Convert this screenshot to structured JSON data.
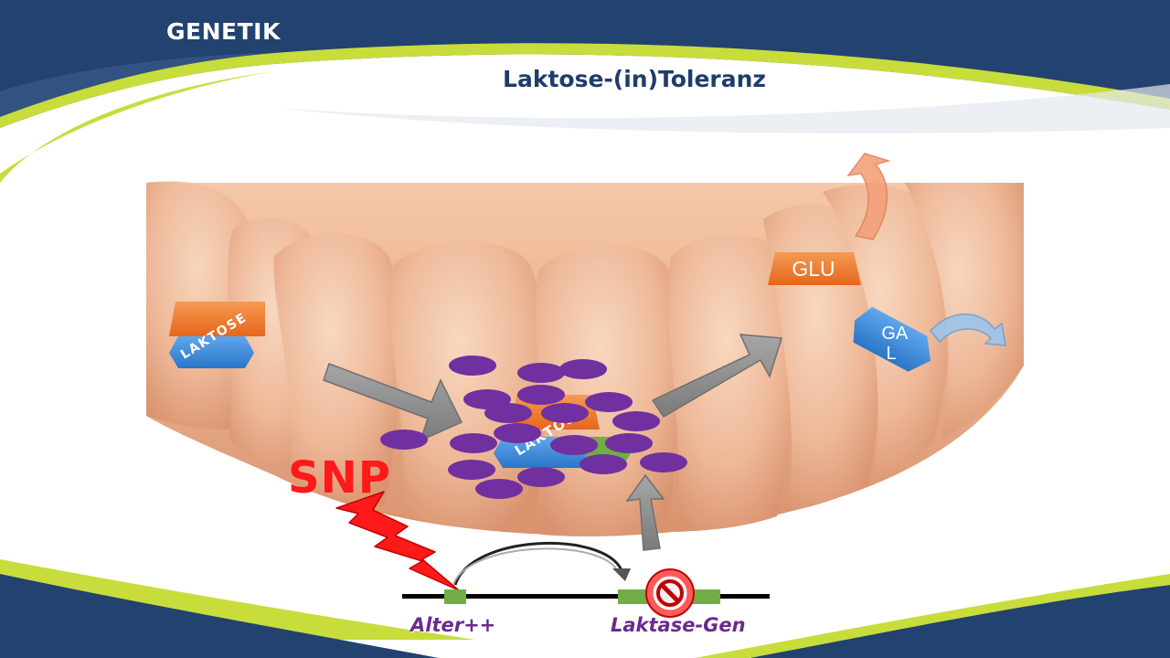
{
  "header": {
    "section_label": "GENETIK"
  },
  "slide": {
    "title": "Laktose-(in)Toleranz"
  },
  "molecules": {
    "lactose_label": "LAKTOSE",
    "lactose_center_label": "LAKTOSE",
    "glucose_label": "GLU",
    "galactose_label": "GA L"
  },
  "annotations": {
    "snp_label": "SNP"
  },
  "gene": {
    "promoter_label": "Alter++",
    "gene_label": "Laktase-Gen"
  },
  "colors": {
    "header_blue": "#22426f",
    "accent_green": "#c8dc3c",
    "title_blue": "#1f3d6b",
    "tissue": "#eab08e",
    "lactose_top": "#f07c2c",
    "lactose_bottom": "#3a86d6",
    "enzyme_purple": "#7030a0",
    "snp_red": "#ff1a1a",
    "gene_green": "#70ad47",
    "label_purple": "#6b2a8f"
  },
  "icons": {
    "lightning": "lightning-bolt-icon",
    "prohibited": "prohibited-icon",
    "arrow": "arrow-icon"
  }
}
